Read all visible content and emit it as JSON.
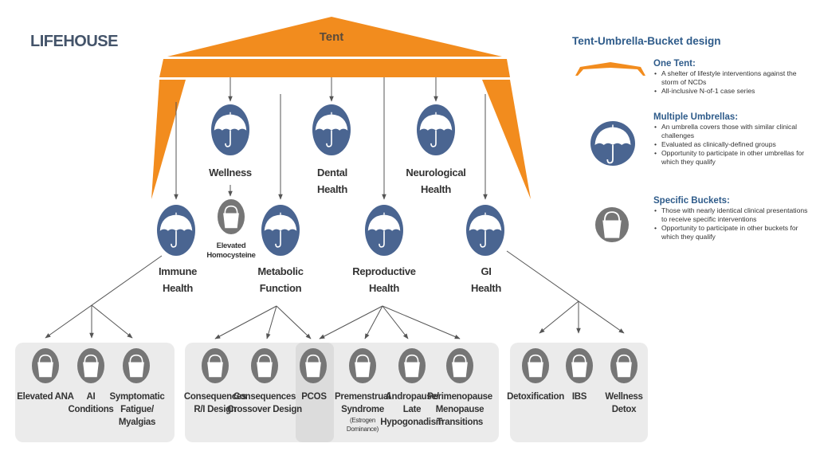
{
  "title": "LIFEHOUSE",
  "tent": {
    "label": "Tent"
  },
  "colors": {
    "tent": "#f28c1e",
    "umbrella": "#4a6591",
    "bucket": "#767676",
    "bucket_box": "#ebebeb",
    "pcos_highlight": "#dcdcdc",
    "arrow": "#555555",
    "title": "#44546a",
    "legend_heading": "#2e5b8a"
  },
  "umbrellas": [
    {
      "id": "wellness",
      "label": [
        "Wellness"
      ]
    },
    {
      "id": "dental",
      "label": [
        "Dental",
        "Health"
      ]
    },
    {
      "id": "neurological",
      "label": [
        "Neurological",
        "Health"
      ]
    },
    {
      "id": "immune",
      "label": [
        "Immune",
        "Health"
      ]
    },
    {
      "id": "metabolic",
      "label": [
        "Metabolic",
        "Function"
      ]
    },
    {
      "id": "reproductive",
      "label": [
        "Reproductive",
        "Health"
      ]
    },
    {
      "id": "gi",
      "label": [
        "GI",
        "Health"
      ]
    }
  ],
  "standalone_bucket": {
    "parent": "wellness",
    "label": [
      "Elevated",
      "Homocysteine"
    ]
  },
  "bucket_groups": [
    {
      "parent": "immune",
      "buckets": [
        {
          "label": [
            "Elevated ANA"
          ]
        },
        {
          "label": [
            "AI",
            "Conditions"
          ]
        },
        {
          "label": [
            "Symptomatic",
            "Fatigue/",
            "Myalgias"
          ]
        }
      ]
    },
    {
      "parent": "metabolic+reproductive",
      "buckets": [
        {
          "label": [
            "Consequences",
            "R/I Design"
          ],
          "parent": "metabolic"
        },
        {
          "label": [
            "Consequences",
            "Crossover Design"
          ],
          "parent": "metabolic"
        },
        {
          "label": [
            "PCOS"
          ],
          "parent": "metabolic+reproductive",
          "highlight": true
        },
        {
          "label": [
            "Premenstrual",
            "Syndrome"
          ],
          "sub": [
            "(Estrogen",
            "Dominance)"
          ],
          "parent": "reproductive"
        },
        {
          "label": [
            "Andropause/",
            "Late",
            "Hypogonadism"
          ],
          "parent": "reproductive"
        },
        {
          "label": [
            "Perimenopause",
            "Menopause",
            "Transitions"
          ],
          "parent": "reproductive"
        }
      ]
    },
    {
      "parent": "gi",
      "buckets": [
        {
          "label": [
            "Detoxification"
          ]
        },
        {
          "label": [
            "IBS"
          ]
        },
        {
          "label": [
            "Wellness",
            "Detox"
          ]
        }
      ]
    }
  ],
  "legend": {
    "title": "Tent-Umbrella-Bucket design",
    "sections": [
      {
        "icon": "tent-icon",
        "heading": "One Tent:",
        "bullets": [
          "A shelter of lifestyle interventions against the storm of NCDs",
          "All-inclusive N-of-1 case series"
        ]
      },
      {
        "icon": "umbrella-icon",
        "heading": "Multiple Umbrellas:",
        "bullets": [
          "An umbrella covers those with similar clinical challenges",
          "Evaluated as clinically-defined groups",
          "Opportunity to participate in other umbrellas for which they qualify"
        ]
      },
      {
        "icon": "bucket-icon",
        "heading": "Specific Buckets:",
        "bullets": [
          "Those with nearly identical clinical presentations to receive specific interventions",
          "Opportunity to participate in other buckets for which they qualify"
        ]
      }
    ]
  }
}
